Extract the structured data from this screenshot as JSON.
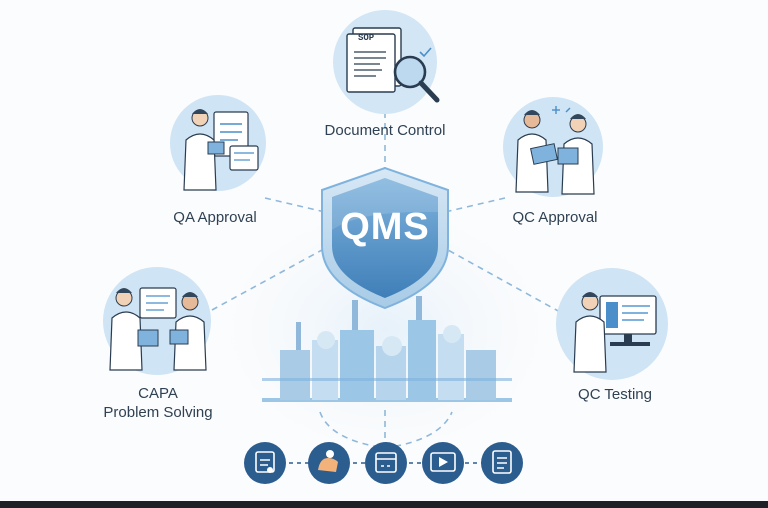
{
  "center": {
    "label": "QMS"
  },
  "nodes": {
    "document_control": {
      "label": "Document Control",
      "badge": "SOP"
    },
    "qa_approval": {
      "label": "QA Approval"
    },
    "qc_approval": {
      "label": "QC Approval"
    },
    "capa": {
      "line1": "CAPA",
      "line2": "Problem Solving"
    },
    "qc_testing": {
      "label": "QC Testing"
    }
  },
  "bottom_icons": [
    "certificate-icon",
    "hand-icon",
    "calendar-icon",
    "video-icon",
    "checklist-icon"
  ],
  "colors": {
    "accent": "#4a8fc9",
    "shield_light": "#9cc6e6",
    "circle_bg": "#cfe4f4",
    "icon_dark": "#2c5d8f",
    "connector": "#8fb8da"
  }
}
